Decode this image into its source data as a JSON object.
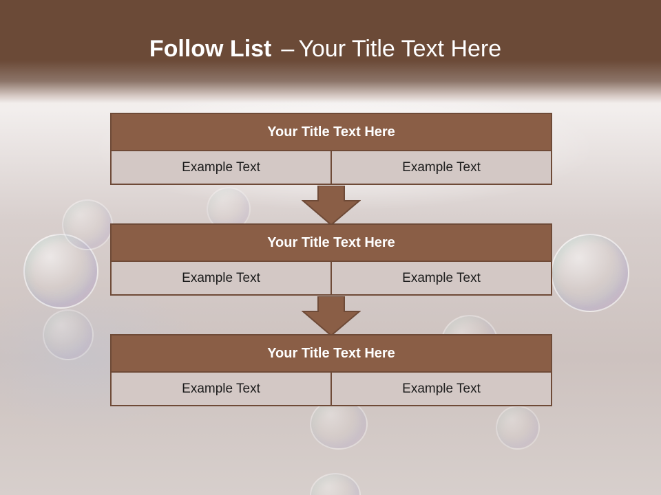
{
  "slide": {
    "title_bold": "Follow List",
    "title_separator": "–",
    "title_rest": "Your Title Text Here"
  },
  "blocks": [
    {
      "title": "Your Title Text Here",
      "cells": [
        "Example Text",
        "Example Text"
      ]
    },
    {
      "title": "Your Title Text Here",
      "cells": [
        "Example Text",
        "Example Text"
      ]
    },
    {
      "title": "Your Title Text Here",
      "cells": [
        "Example Text",
        "Example Text"
      ]
    }
  ],
  "colors": {
    "header_band": "#6b4a37",
    "block_title_fill": "#8a5e46",
    "cell_fill": "#d3c8c5",
    "arrow_fill": "#8a5e46"
  },
  "icons": [
    "down-arrow-icon",
    "down-arrow-icon"
  ]
}
